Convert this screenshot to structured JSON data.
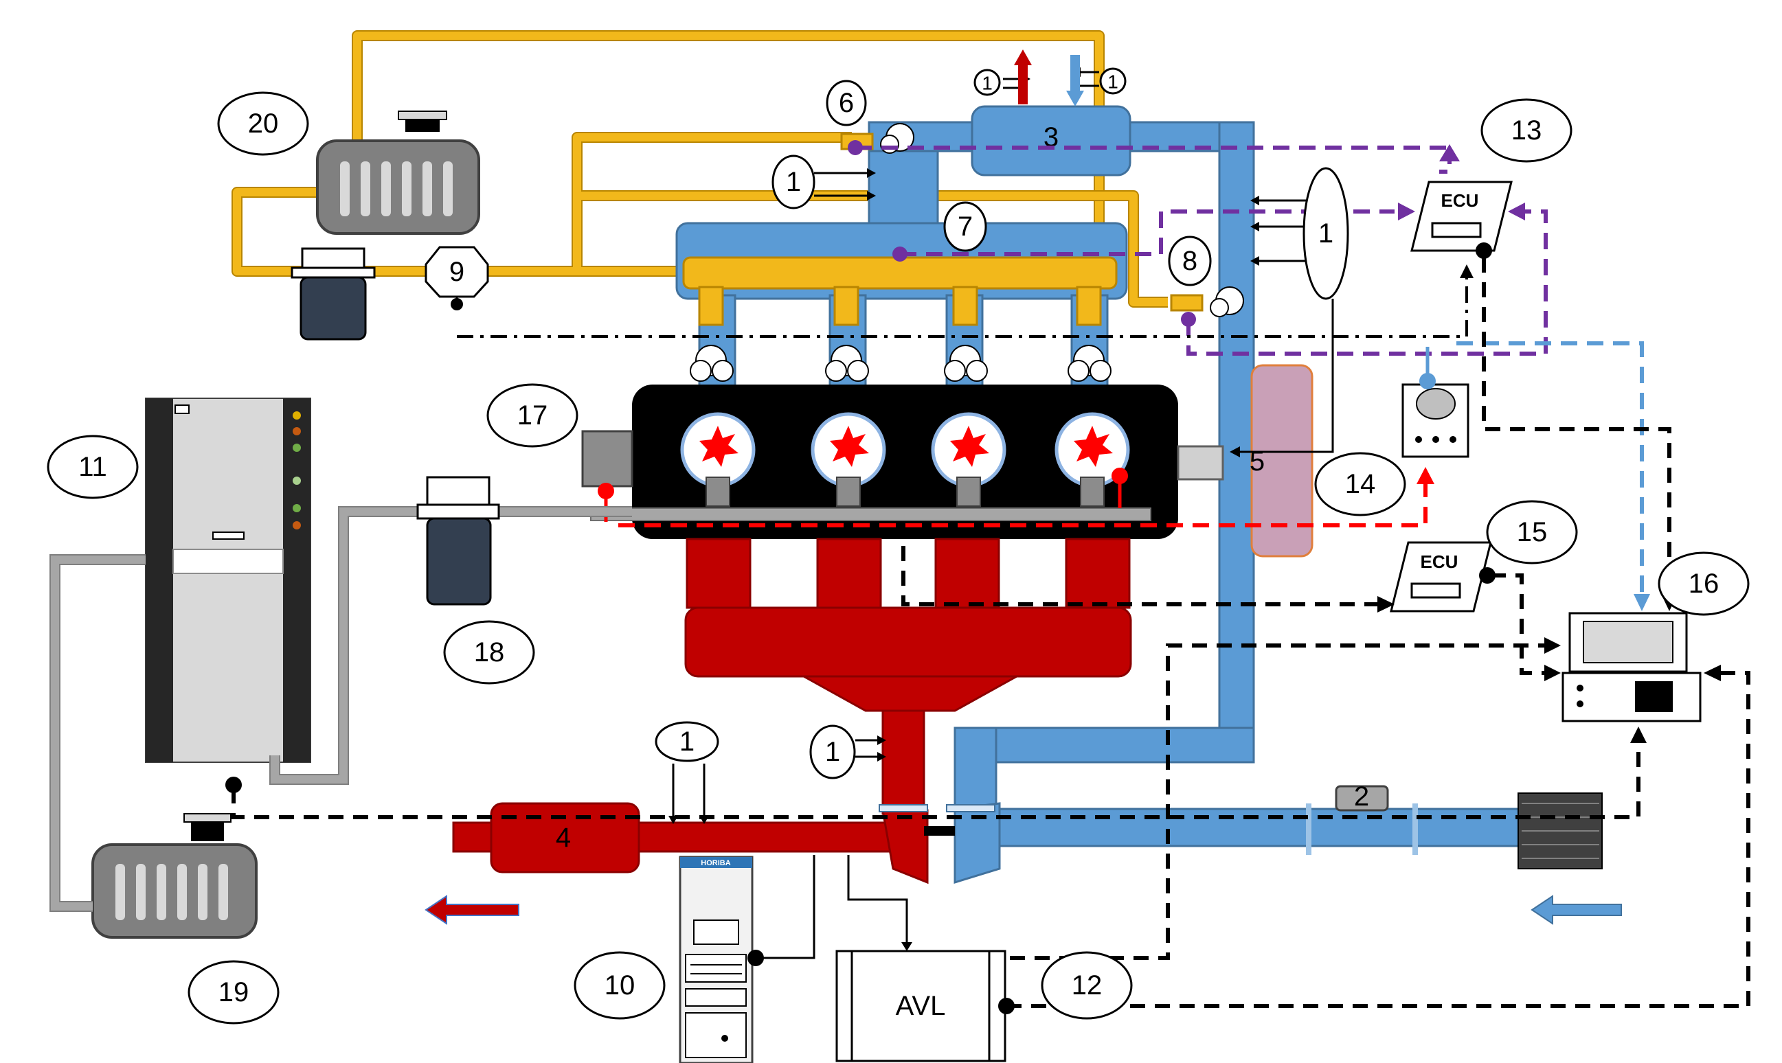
{
  "labels": {
    "n1": "1",
    "n2": "2",
    "n3": "3",
    "n4": "4",
    "n5": "5",
    "n6": "6",
    "n7": "7",
    "n8": "8",
    "n9": "9",
    "n10": "10",
    "n11": "11",
    "n12": "12",
    "n13": "13",
    "n14": "14",
    "n15": "15",
    "n16": "16",
    "n17": "17",
    "n18": "18",
    "n19": "19",
    "n20": "20"
  },
  "devices": {
    "ecu_top": "ECU",
    "ecu_bottom": "ECU",
    "avl": "AVL",
    "horiba": "HORIBA"
  },
  "colors": {
    "fuel_line": "#f2b81b",
    "air_path": "#5b9bd5",
    "exhaust_path": "#c00000",
    "control_purple": "#7030a0",
    "control_red": "#ff0000",
    "signal_black": "#000000",
    "coolant_block": "#c9a0b7"
  }
}
